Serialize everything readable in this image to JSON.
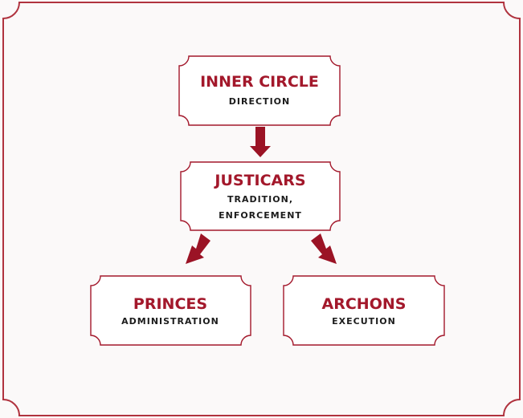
{
  "colors": {
    "accent": "#a3182b",
    "text": "#1c1c1c",
    "frame": "#b0333f",
    "arrow": "#9b1325",
    "background": "#fbf9f9"
  },
  "nodes": {
    "inner_circle": {
      "title": "INNER CIRCLE",
      "lines": [
        "DIRECTION"
      ]
    },
    "justicars": {
      "title": "JUSTICARS",
      "lines": [
        "TRADITION,",
        "ENFORCEMENT"
      ]
    },
    "princes": {
      "title": "PRINCES",
      "lines": [
        "ADMINISTRATION"
      ]
    },
    "archons": {
      "title": "ARCHONS",
      "lines": [
        "EXECUTION"
      ]
    }
  },
  "edges": [
    {
      "from": "inner_circle",
      "to": "justicars"
    },
    {
      "from": "justicars",
      "to": "princes"
    },
    {
      "from": "justicars",
      "to": "archons"
    }
  ]
}
